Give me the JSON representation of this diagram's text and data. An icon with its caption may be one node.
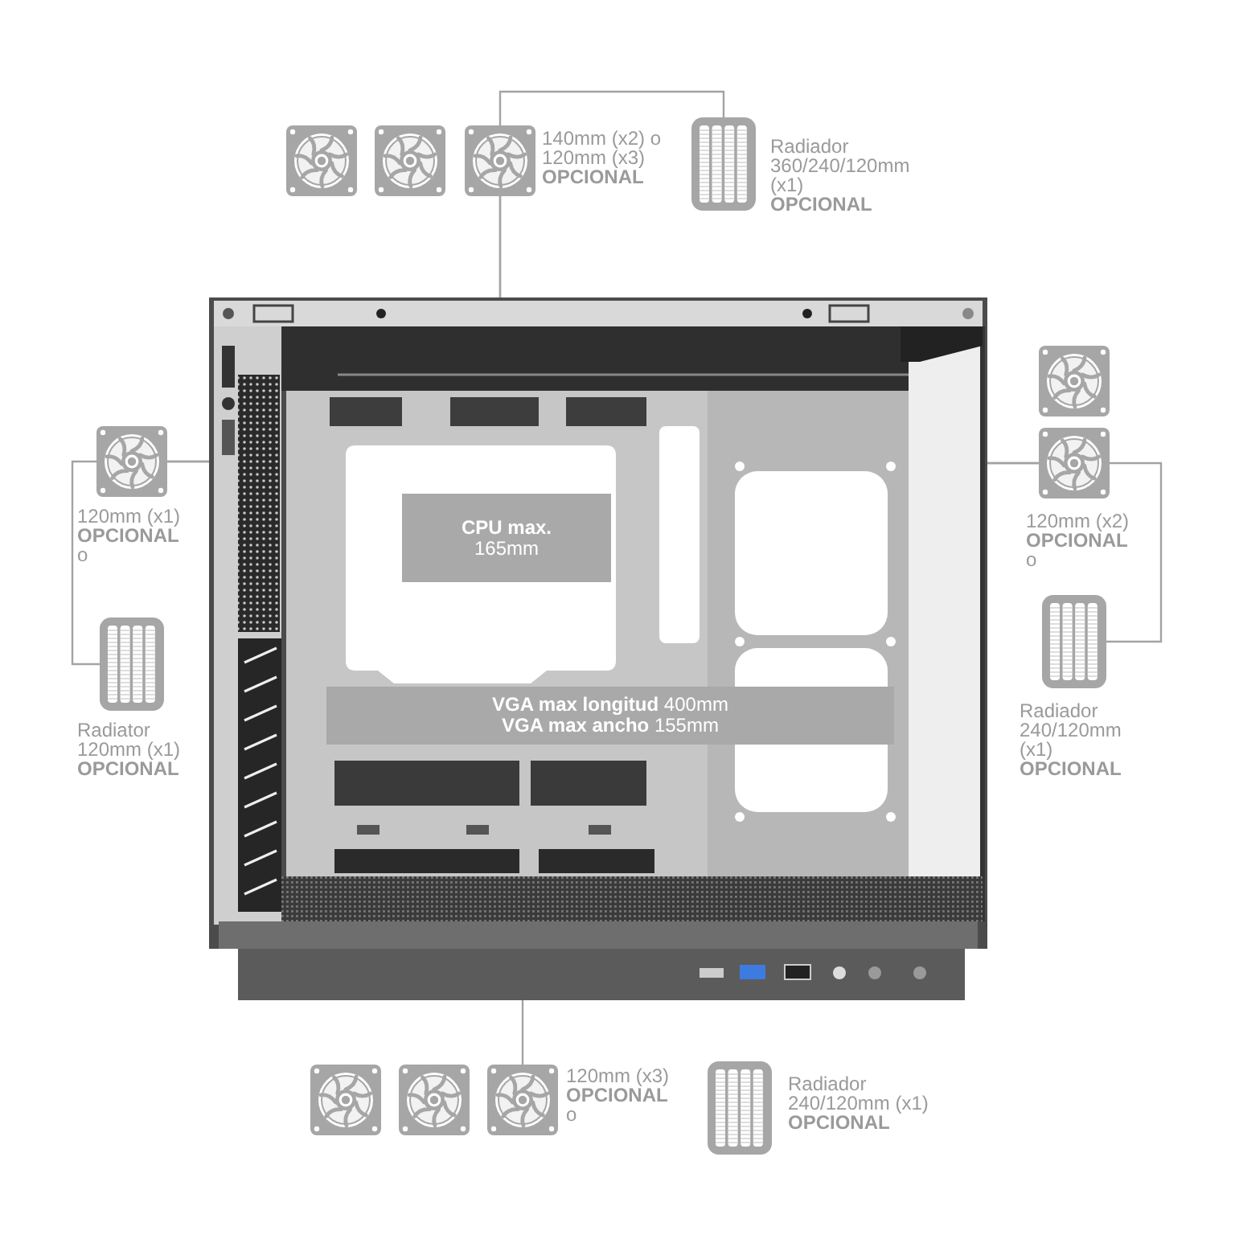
{
  "diagram": {
    "nodes": [
      {
        "text": [],
        "shape": "picture"
      },
      {
        "text": [],
        "shape": "picture"
      },
      {
        "text": [],
        "shape": "picture",
        "beside": [
          "140mm (x2) o 120mm (x3) **OPCIONAL**"
        ]
      },
      {
        "text": [],
        "shape": "picture",
        "beside": [
          "Radiador 360/240/120mm (x1) **OPCIONAL**"
        ]
      },
      {
        "text": [],
        "shape": "picture",
        "beside": [
          "120mm (x1) **OPCIONAL** o"
        ]
      },
      {
        "text": [],
        "shape": "picture",
        "beside": [
          "Radiator 120mm (x1) **OPCIONAL**"
        ]
      },
      {
        "text": [],
        "shape": "picture"
      },
      {
        "text": [
          "**CPU max.** 165mm"
        ],
        "in": 6
      },
      {
        "text": [
          "**VGA max longitud** 400mm",
          "**VGA max ancho** 155mm"
        ],
        "in": 6
      },
      {
        "text": [],
        "shape": "picture"
      },
      {
        "text": [],
        "shape": "picture",
        "beside": [
          "120mm (x2) **OPCIONAL** o"
        ]
      },
      {
        "text": [],
        "shape": "picture",
        "beside": [
          "Radiador 240/120mm (x1) **OPCIONAL**"
        ]
      },
      {
        "text": [],
        "shape": "picture"
      },
      {
        "text": [],
        "shape": "picture"
      },
      {
        "text": [],
        "shape": "picture",
        "beside": [
          "120mm (x3) **OPCIONAL** o"
        ]
      },
      {
        "text": [],
        "shape": "picture",
        "beside": [
          "Radiador 240/120mm (x1) **OPCIONAL**"
        ]
      }
    ],
    "edges": [
      {
        "from": 6,
        "to": 2,
        "arrow": "none"
      },
      {
        "from": 6,
        "to": 3,
        "arrow": "none"
      },
      {
        "from": 6,
        "to": 4,
        "arrow": "none"
      },
      {
        "from": 6,
        "to": 5,
        "arrow": "none"
      },
      {
        "from": 6,
        "to": 10,
        "arrow": "none"
      },
      {
        "from": 6,
        "to": 11,
        "arrow": "none"
      },
      {
        "from": 6,
        "to": 14,
        "arrow": "none"
      }
    ]
  }
}
